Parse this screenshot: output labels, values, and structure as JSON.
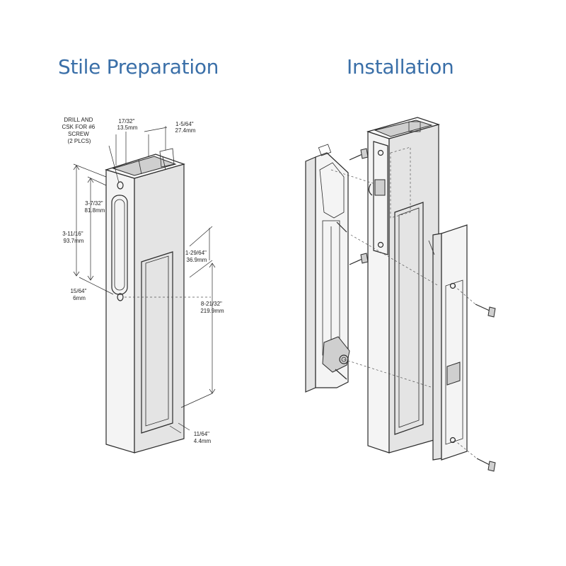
{
  "titles": {
    "left": "Stile Preparation",
    "right": "Installation"
  },
  "labels": {
    "drill": [
      "DRILL AND",
      "CSK FOR #6",
      "SCREW",
      "(2 PLCS)"
    ],
    "d_17_32": [
      "17/32\"",
      "13.5mm"
    ],
    "d_1_5_64": [
      "1-5/64\"",
      "27.4mm"
    ],
    "d_3_7_32": [
      "3-7/32\"",
      "81.8mm"
    ],
    "d_3_11_16": [
      "3-11/16\"",
      "93.7mm"
    ],
    "d_1_29_64": [
      "1-29/64\"",
      "36.9mm"
    ],
    "d_15_64": [
      "15/64\"",
      "6mm"
    ],
    "d_8_21_32": [
      "8-21/32\"",
      "219.9mm"
    ],
    "d_11_64": [
      "11/64\"",
      "4.4mm"
    ]
  },
  "colors": {
    "title": "#3a6fa8",
    "line": "#2b2b2b"
  }
}
